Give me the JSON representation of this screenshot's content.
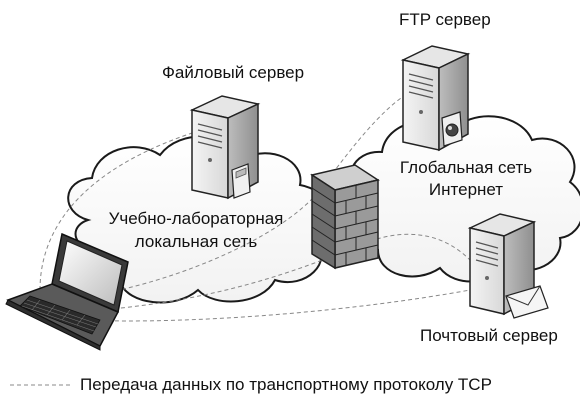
{
  "labels": {
    "ftp_server": "FTP сервер",
    "file_server": "Файловый сервер",
    "lan_line1": "Учебно-лабораторная",
    "lan_line2": "локальная сеть",
    "internet_line1": "Глобальная сеть",
    "internet_line2": "Интернет",
    "mail_server": "Почтовый сервер"
  },
  "legend": {
    "text": "Передача данных по транспортному протоколу TCP"
  }
}
